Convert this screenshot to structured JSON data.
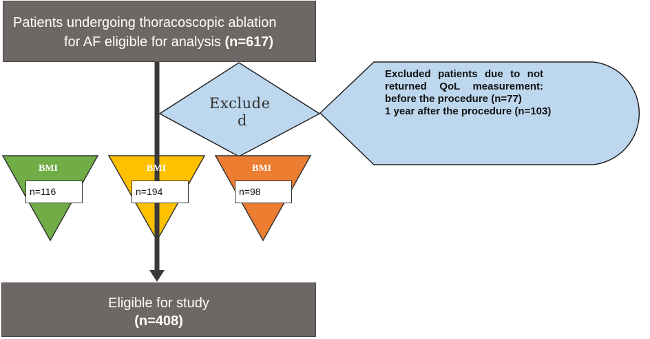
{
  "top_box": {
    "line1": "Patients undergoing thoracoscopic ablation",
    "line2_text": "for AF eligible for analysis ",
    "line2_bold": "(n=617)"
  },
  "exclude_diamond": {
    "line1": "Exclude",
    "line2": "d"
  },
  "callout": {
    "justified": "Excluded patients due to not returned QoL measurement: before the procedure (n=77)",
    "last_line": "1 year after the procedure (n=103)",
    "fill": "#bdd7ee"
  },
  "groups": [
    {
      "label": "BMI",
      "count": "n=116",
      "color": "#70ad47"
    },
    {
      "label": "BMI",
      "count": "n=194",
      "color": "#ffc000"
    },
    {
      "label": "BMI",
      "count": "n=98",
      "color": "#ed7d31"
    }
  ],
  "bottom_box": {
    "line1": "Eligible for study",
    "line2": "(n=408)"
  },
  "colors": {
    "box_fill": "#6d6865",
    "arrow": "#3a3a3a",
    "diamond_fill": "#bdd7ee"
  }
}
